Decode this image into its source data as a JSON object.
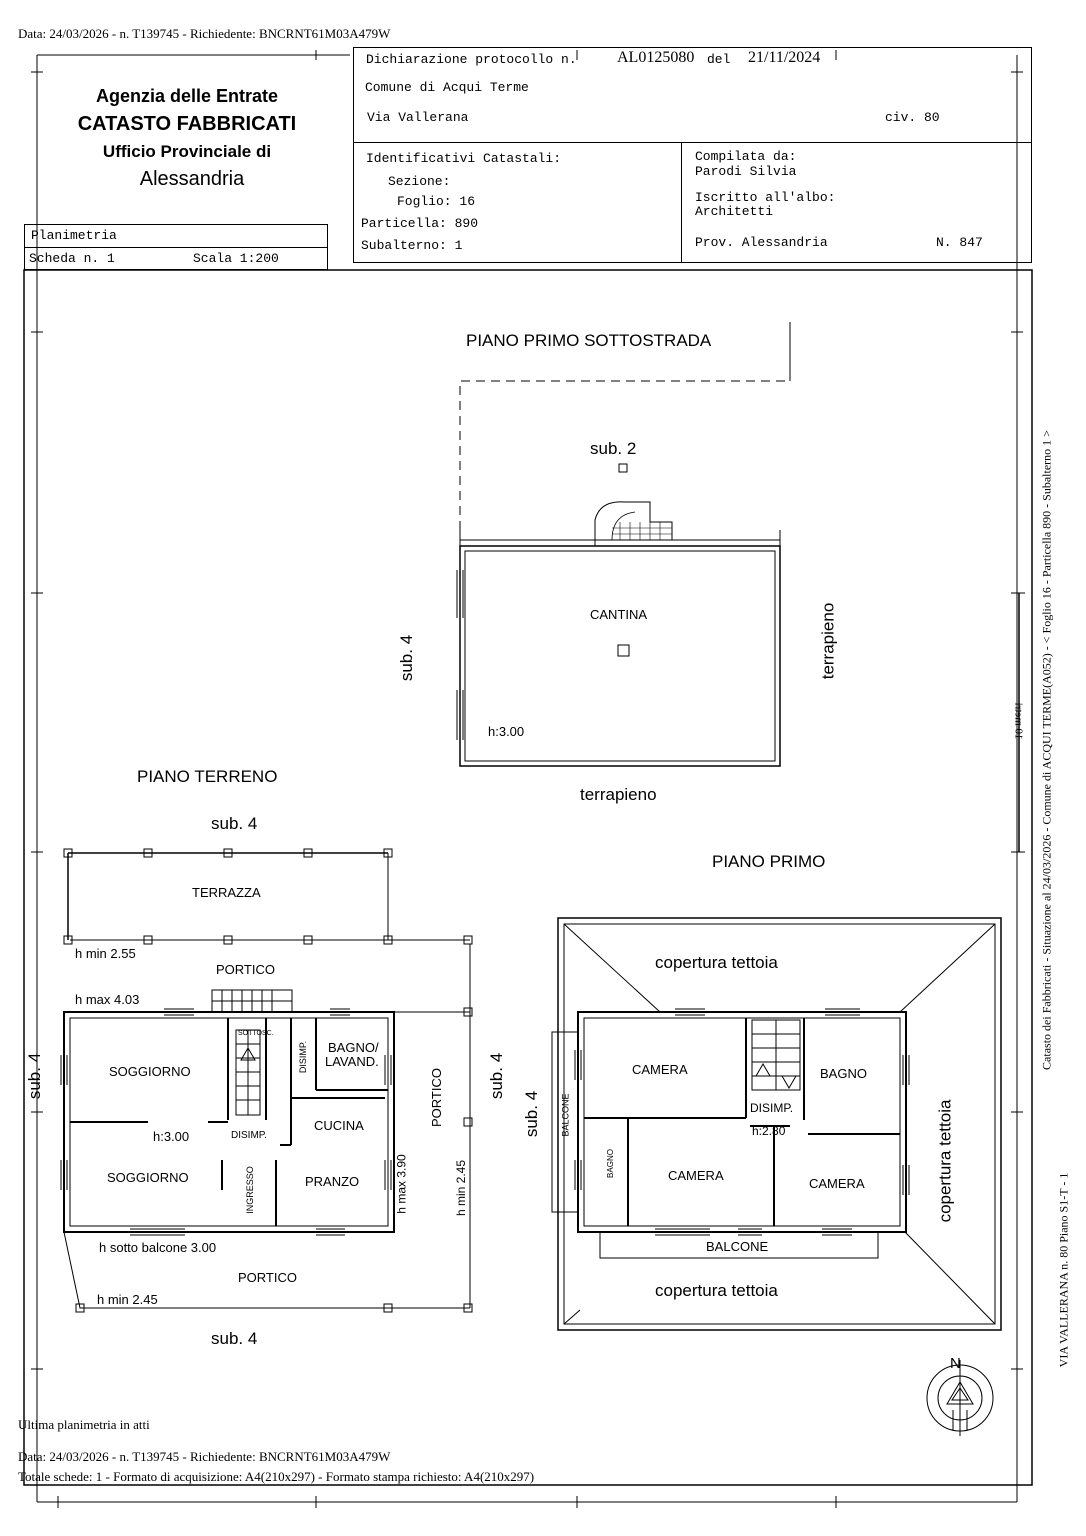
{
  "top_line": "Data: 24/03/2026 - n. T139745 - Richiedente: BNCRNT61M03A479W",
  "agency": {
    "line1": "Agenzia delle Entrate",
    "line2": "CATASTO FABBRICATI",
    "line3": "Ufficio Provinciale di",
    "line4": "Alessandria"
  },
  "header": {
    "dichiarazione_label": "Dichiarazione protocollo n.",
    "protocollo": "AL0125080",
    "del_label": "del",
    "date": "21/11/2024",
    "comune": "Comune di Acqui Terme",
    "via": "Via Vallerana",
    "civ": "civ. 80"
  },
  "planimetria": {
    "title": "Planimetria",
    "scheda": "Scheda n. 1",
    "scala": "Scala 1:200"
  },
  "identificativi": {
    "title": "Identificativi Catastali:",
    "sezione": "Sezione:",
    "foglio": "Foglio: 16",
    "particella": "Particella: 890",
    "subalterno": "Subalterno: 1"
  },
  "compilata": {
    "label": "Compilata da:",
    "name": "Parodi Silvia",
    "iscritto": "Iscritto all'albo:",
    "albo": "Architetti",
    "prov": "Prov. Alessandria",
    "num": "N. 847"
  },
  "plan": {
    "piano_primo_sottostrada": "PIANO PRIMO SOTTOSTRADA",
    "sub2": "sub. 2",
    "cantina": "CANTINA",
    "h300_cantina": "h:3.00",
    "sub4_left_top": "sub. 4",
    "terrapieno_right": "terrapieno",
    "terrapieno_bottom": "terrapieno",
    "piano_terreno": "PIANO TERRENO",
    "sub4_top": "sub. 4",
    "terrazza": "TERRAZZA",
    "h_min_255": "h min 2.55",
    "portico_top": "PORTICO",
    "h_max_403": "h max 4.03",
    "sottosc": "SOTTOSC.",
    "disimp_v": "DISIMP.",
    "bagno_lavand": "BAGNO/",
    "lavand": "LAVAND.",
    "soggiorno1": "SOGGIORNO",
    "h300": "h:3.00",
    "disimp": "DISIMP.",
    "cucina": "CUCINA",
    "portico_right": "PORTICO",
    "soggiorno2": "SOGGIORNO",
    "ingresso": "INGRESSO",
    "pranzo": "PRANZO",
    "h_max_390": "h max 3.90",
    "h_min_245_r": "h min 2.45",
    "h_sotto_balcone": "h sotto balcone 3.00",
    "portico_bottom": "PORTICO",
    "h_min_245": "h min 2.45",
    "sub4_bottom": "sub. 4",
    "sub4_left": "sub. 4",
    "sub4_mid": "sub. 4",
    "piano_primo": "PIANO PRIMO",
    "copertura_top": "copertura tettoia",
    "sub4_pp": "sub. 4",
    "balcone_v": "BALCONE",
    "camera1": "CAMERA",
    "bagno_pp": "BAGNO",
    "disimp_pp": "DISIMP.",
    "h280": "h:2.80",
    "bagno_small": "BAGNO",
    "camera2": "CAMERA",
    "camera3": "CAMERA",
    "balcone": "BALCONE",
    "copertura_bottom": "copertura tettoia",
    "copertura_right": "copertura tettoia",
    "north": "N",
    "scale_mark": "10 metri"
  },
  "side_text1": "Catasto dei Fabbricati - Situazione al 24/03/2026 - Comune di ACQUI TERME(A052) - < Foglio 16 - Particella 890 - Subalterno 1 >",
  "side_text2": "VIA VALLERANA n. 80 Piano S1-T - 1",
  "ultima": "Ultima planimetria in atti",
  "footer1": "Data: 24/03/2026 - n. T139745 - Richiedente: BNCRNT61M03A479W",
  "footer2": "Totale schede: 1 - Formato di acquisizione: A4(210x297)  - Formato stampa richiesto: A4(210x297)"
}
